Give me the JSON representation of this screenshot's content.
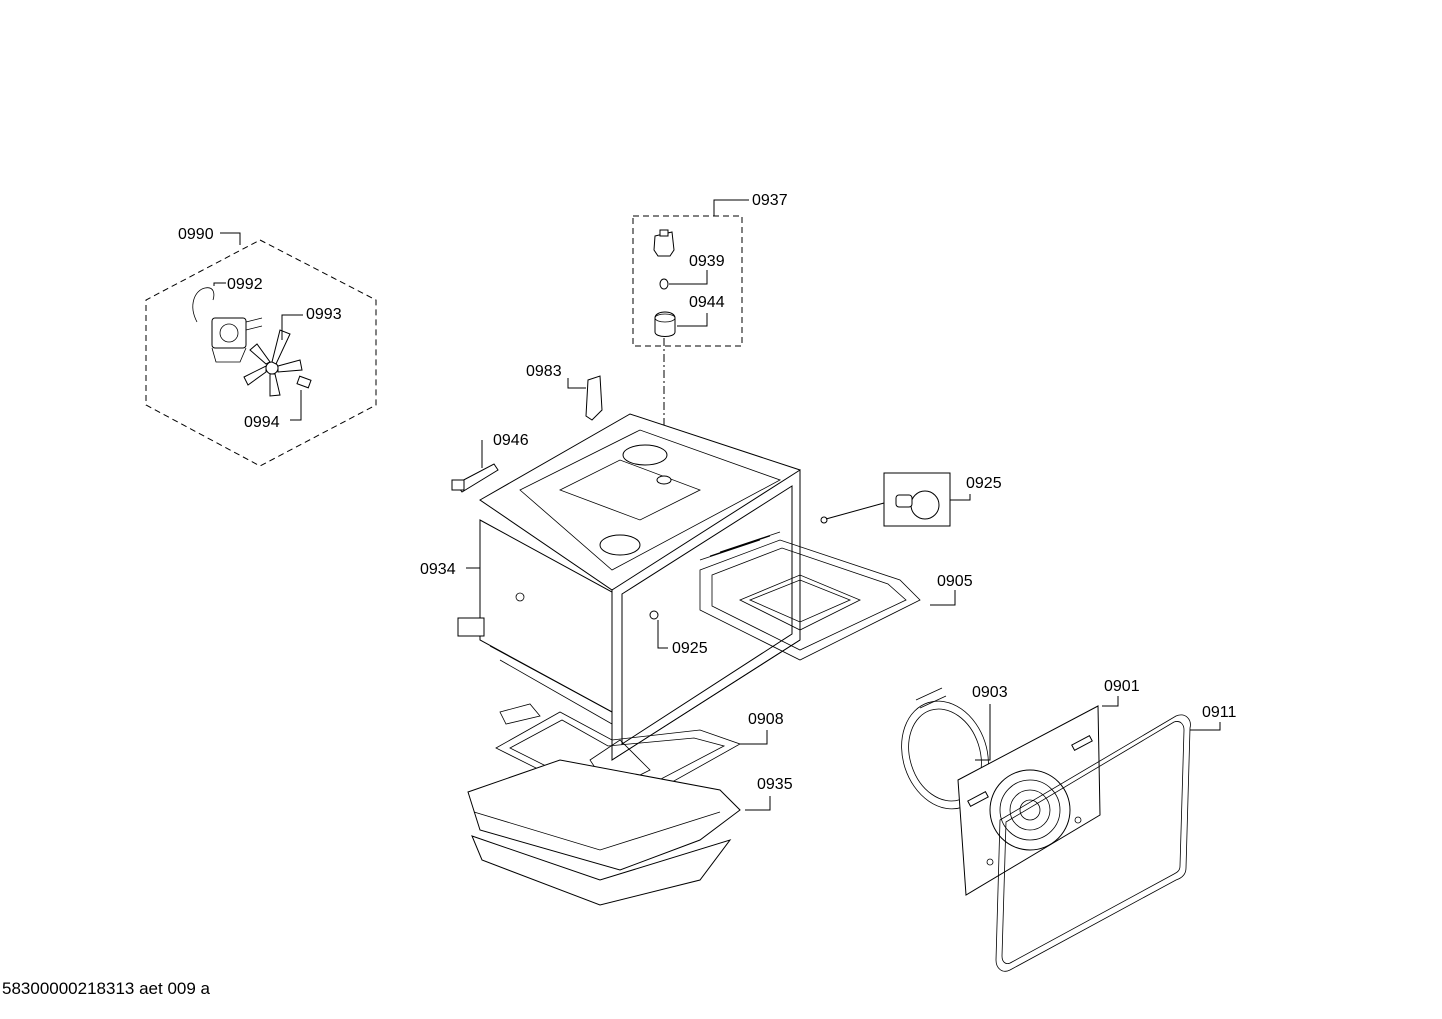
{
  "labels": {
    "l0990": "0990",
    "l0992": "0992",
    "l0993": "0993",
    "l0994": "0994",
    "l0937": "0937",
    "l0939": "0939",
    "l0944": "0944",
    "l0983": "0983",
    "l0946": "0946",
    "l0925a": "0925",
    "l0934": "0934",
    "l0905": "0905",
    "l0925b": "0925",
    "l0903": "0903",
    "l0901": "0901",
    "l0911": "0911",
    "l0908": "0908",
    "l0935": "0935"
  },
  "footer": {
    "doc_id": "58300000218313 aet 009 a"
  }
}
